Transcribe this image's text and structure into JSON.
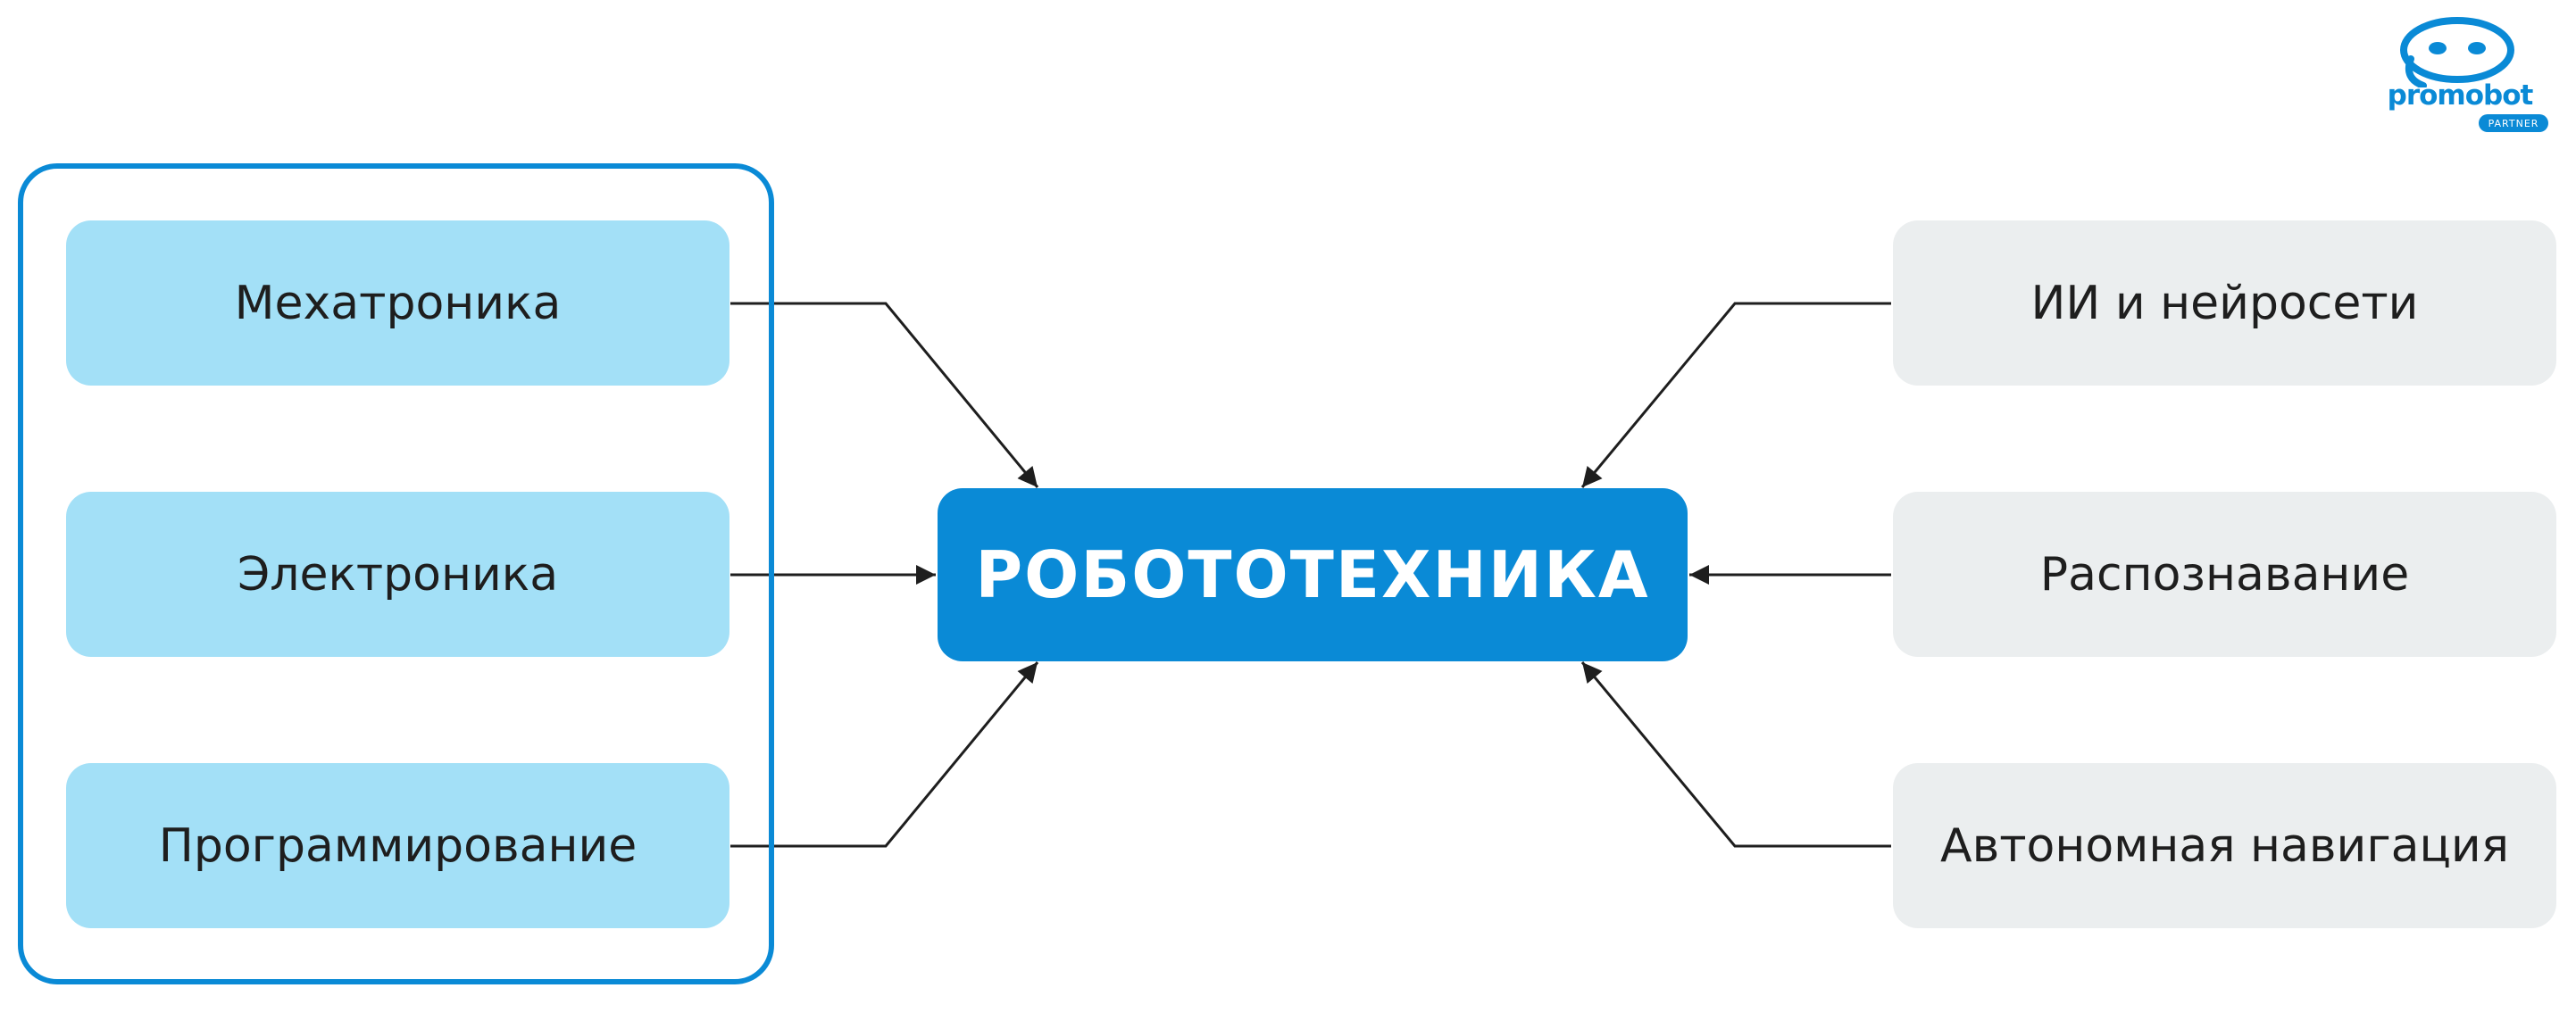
{
  "diagram": {
    "center": {
      "label": "РОБОТОТЕХНИКА"
    },
    "left_group": {
      "items": [
        {
          "label": "Мехатроника"
        },
        {
          "label": "Электроника"
        },
        {
          "label": "Программирование"
        }
      ]
    },
    "right_group": {
      "items": [
        {
          "label": "ИИ и нейросети"
        },
        {
          "label": "Распознавание"
        },
        {
          "label": "Автономная навигация"
        }
      ]
    }
  },
  "logo": {
    "wordmark": "promobot",
    "badge": "PARTNER",
    "icon": "promobot-face-icon"
  },
  "colors": {
    "accent": "#0a8ad6",
    "left_fill": "#a3e0f7",
    "right_fill": "#ebeeef",
    "arrow": "#1e1e1e"
  }
}
